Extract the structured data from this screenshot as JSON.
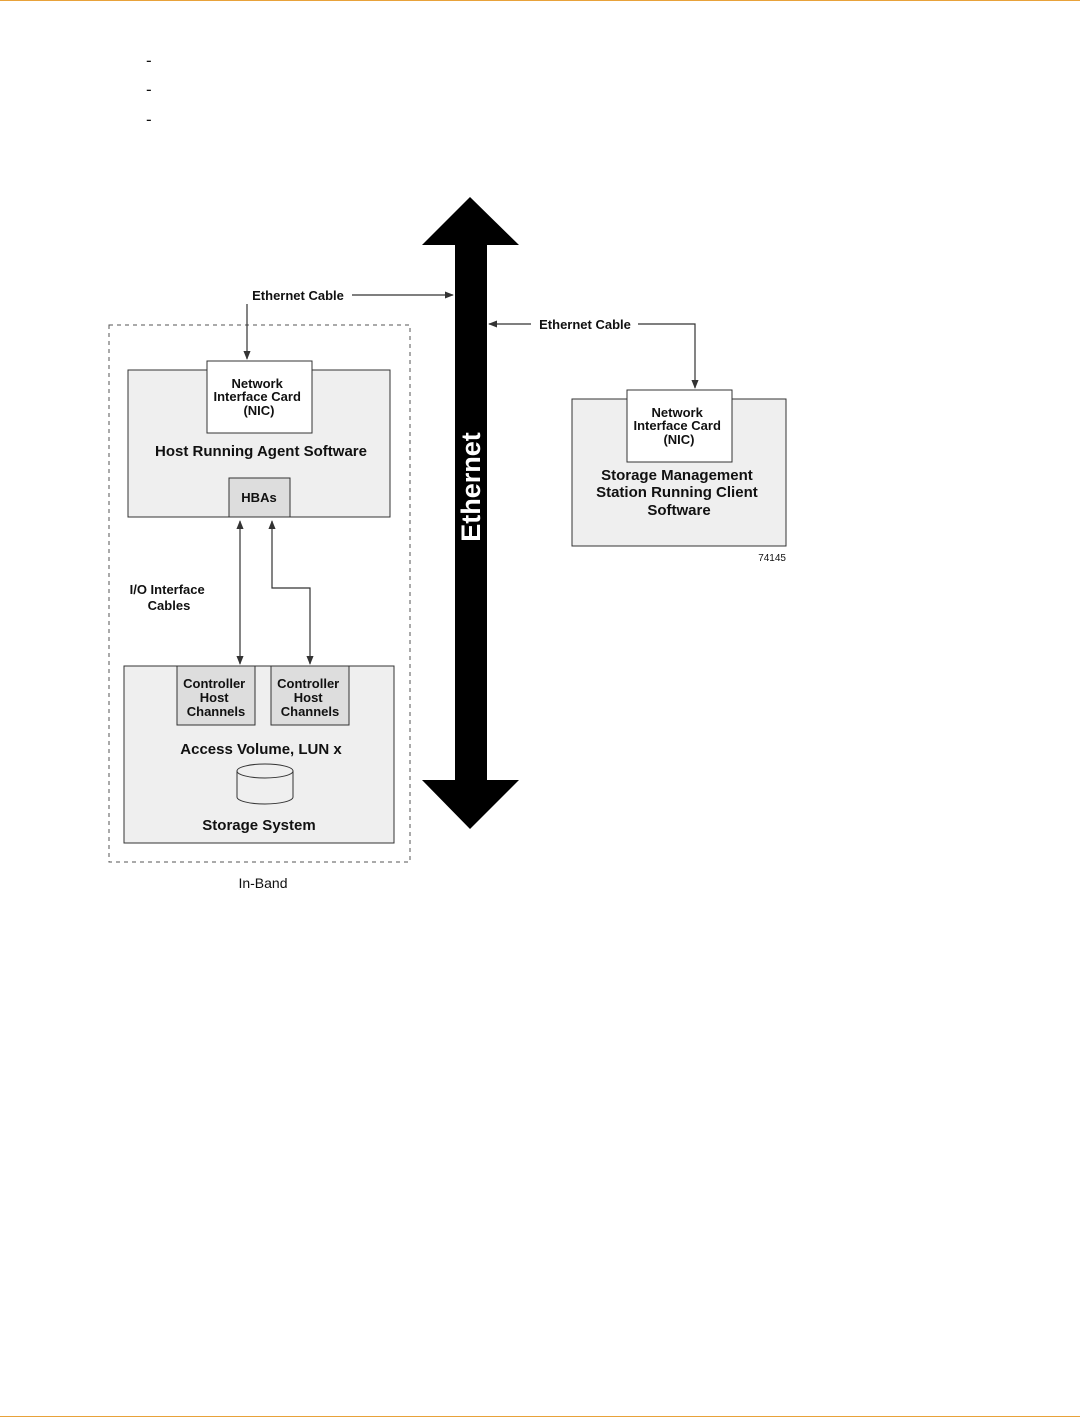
{
  "page": {
    "rule_color": "#e8a23a"
  },
  "bullets": [
    "-",
    "-",
    "-"
  ],
  "diagram": {
    "ethernet_label": "Ethernet",
    "ethernet_cable_left": "Ethernet Cable",
    "ethernet_cable_right": "Ethernet Cable",
    "in_band_caption": "In-Band",
    "figure_id": "74145",
    "host": {
      "nic": [
        "Network",
        "Interface Card",
        "(NIC)"
      ],
      "title": "Host Running Agent Software",
      "hbas": "HBAs"
    },
    "io_cables": [
      "I/O Interface",
      "Cables"
    ],
    "storage": {
      "controller_1": [
        "Controller",
        "Host",
        "Channels"
      ],
      "controller_2": [
        "Controller",
        "Host",
        "Channels"
      ],
      "access_volume": "Access Volume, LUN x",
      "title": "Storage System"
    },
    "station": {
      "nic": [
        "Network",
        "Interface Card",
        "(NIC)"
      ],
      "title": [
        "Storage Management",
        "Station Running Client",
        "Software"
      ]
    },
    "colors": {
      "box_fill": "#efefef",
      "nic_fill": "#ffffff",
      "hba_fill": "#dddddd",
      "line": "#333333",
      "ethernet": "#000000"
    }
  }
}
